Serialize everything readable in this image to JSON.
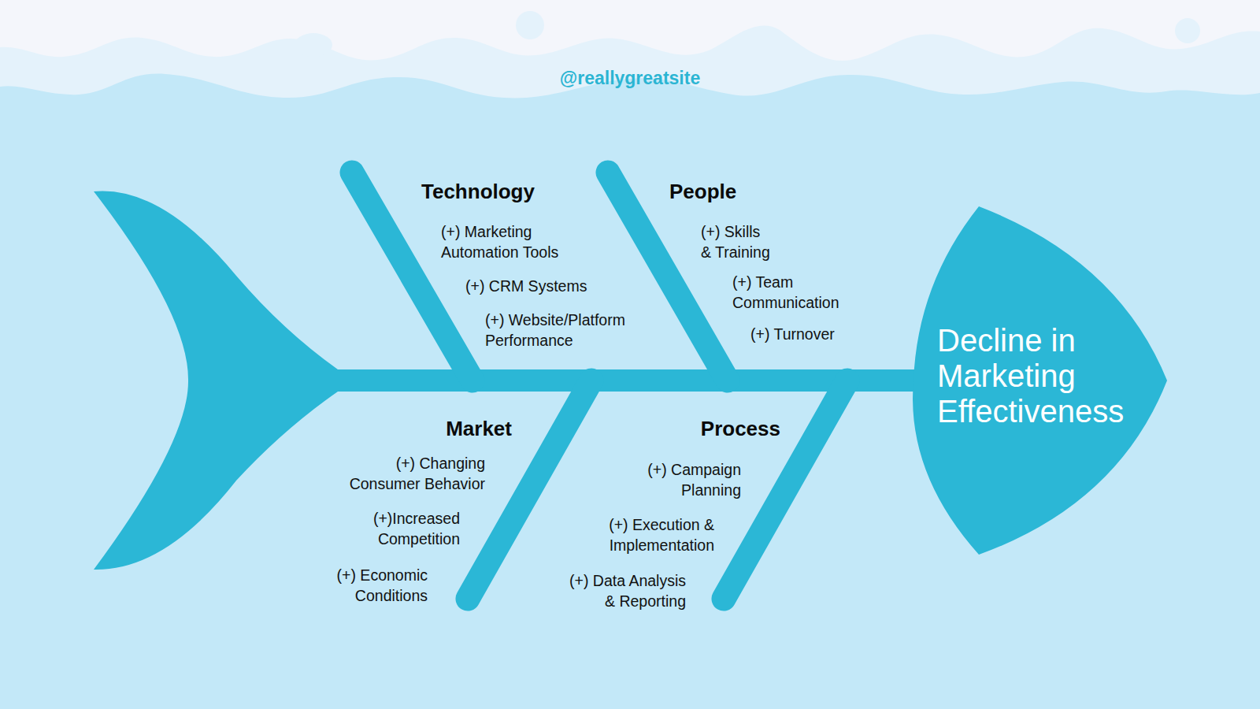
{
  "diagram": {
    "nodes": [
      {
        "text": [
          "Decline in Marketing Effectiveness"
        ]
      }
    ],
    "labels": [
      "@reallygreatsite",
      "Technology",
      "(+) Marketing Automation Tools",
      "(+) CRM Systems",
      "(+) Website/Platform Performance",
      "People",
      "(+) Skills & Training",
      "(+) Team Communication",
      "(+) Turnover",
      "Market",
      "(+) Changing Consumer Behavior",
      "(+)Increased Competition",
      "(+) Economic Conditions",
      "Process",
      "(+) Campaign Planning",
      "(+) Execution & Implementation",
      "(+) Data Analysis & Reporting"
    ]
  }
}
